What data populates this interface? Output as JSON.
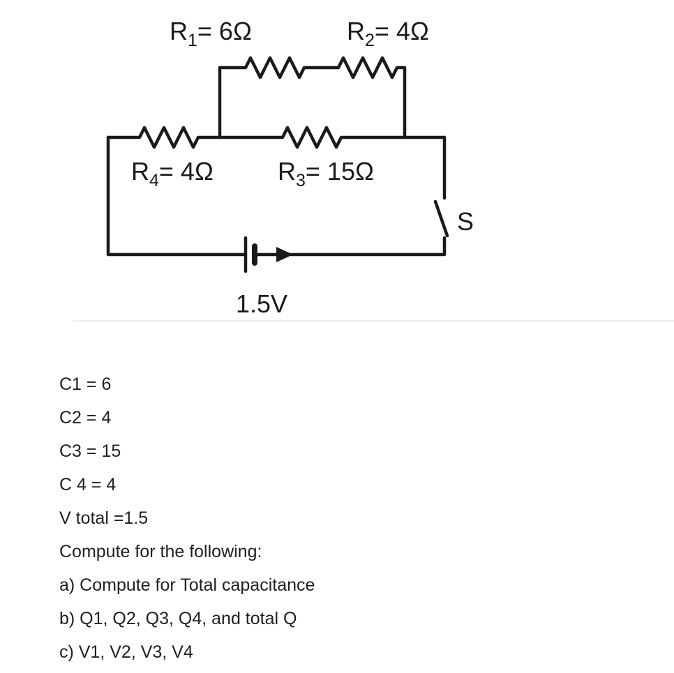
{
  "colors": {
    "ink": "#1a1a1a",
    "background": "#ffffff"
  },
  "circuit": {
    "labels": {
      "r1": {
        "base": "R",
        "sub": "1",
        "value": "= 6Ω"
      },
      "r2": {
        "base": "R",
        "sub": "2",
        "value": "= 4Ω"
      },
      "r4": {
        "base": "R",
        "sub": "4",
        "value": "= 4Ω"
      },
      "r3": {
        "base": "R",
        "sub": "3",
        "value": "= 15Ω"
      },
      "battery": "1.5V",
      "switch": "S"
    }
  },
  "problem": {
    "lines": [
      "C1 = 6",
      "C2 = 4",
      "C3 = 15",
      "C 4 = 4",
      "V total =1.5",
      "Compute for the following:",
      "a) Compute for Total capacitance",
      "b) Q1, Q2, Q3, Q4, and total Q",
      "c) V1, V2, V3, V4"
    ]
  }
}
